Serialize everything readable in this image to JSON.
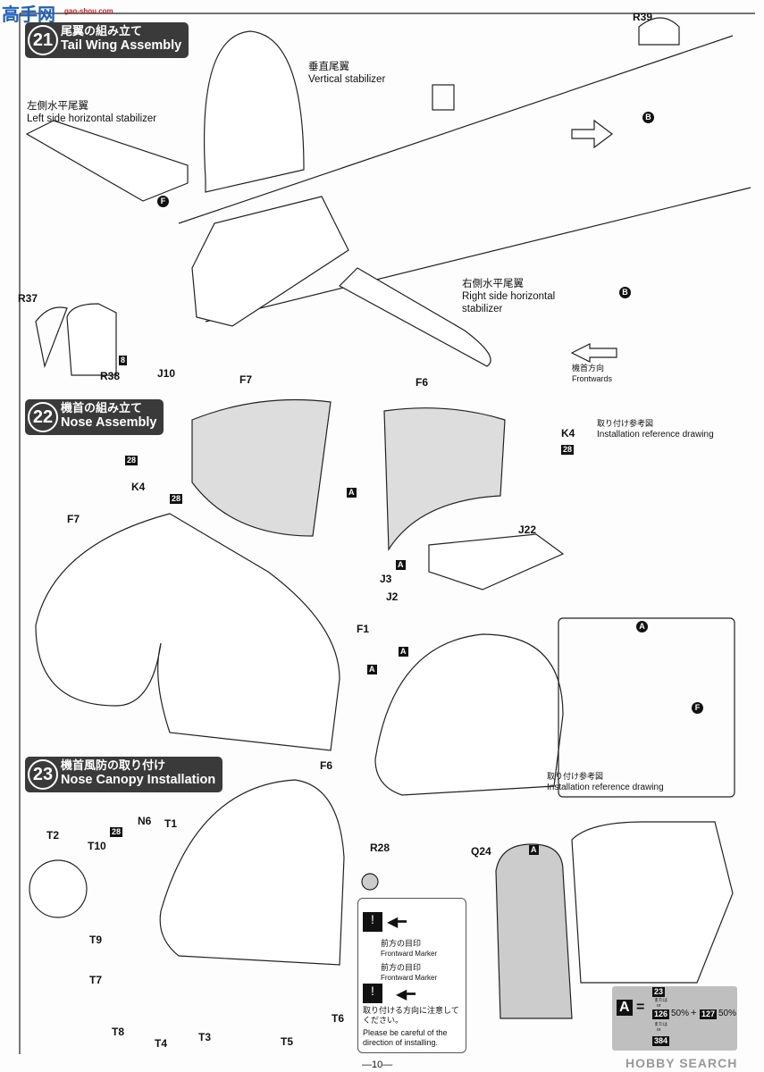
{
  "watermark_top": {
    "logo": "高手网",
    "url": "gao-shou.com"
  },
  "steps": [
    {
      "number": "21",
      "title_jp": "尾翼の組み立て",
      "title_en": "Tail Wing Assembly"
    },
    {
      "number": "22",
      "title_jp": "機首の組み立て",
      "title_en": "Nose Assembly"
    },
    {
      "number": "23",
      "title_jp": "機首風防の取り付け",
      "title_en": "Nose Canopy Installation"
    }
  ],
  "step21": {
    "vertical_jp": "垂直尾翼",
    "vertical_en": "Vertical stabilizer",
    "left_jp": "左側水平尾翼",
    "left_en": "Left side horizontal stabilizer",
    "right_jp": "右側水平尾翼",
    "right_en": "Right side horizontal stabilizer",
    "parts": [
      "R39",
      "R37",
      "R38",
      "J10"
    ],
    "color_8": "8",
    "figures": [
      "F",
      "B",
      "B"
    ],
    "front_jp": "機首方向",
    "front_en": "Frontwards",
    "ref_jp": "取り付け参考図",
    "ref_en": "Installation reference drawing"
  },
  "step22": {
    "parts": [
      "F7",
      "F6",
      "K4",
      "K4",
      "F7",
      "J22",
      "J3",
      "J2",
      "F1",
      "F6"
    ],
    "color_28": "28",
    "color_a": "A",
    "figures": [
      "A",
      "F"
    ],
    "ref_jp": "取り付け参考図",
    "ref_en": "Installation reference drawing"
  },
  "step23": {
    "parts": [
      "T2",
      "N6",
      "T1",
      "T10",
      "R28",
      "Q24",
      "T9",
      "T7",
      "T8",
      "T4",
      "T3",
      "T5",
      "T6"
    ],
    "color_28": "28",
    "color_a": "A",
    "marker": {
      "label1_jp": "前方の目印",
      "label1_en": "Frontward Marker",
      "label2_jp": "前方の目印",
      "label2_en": "Frontward Marker",
      "note_jp": "取り付ける方向に注意してください。",
      "note_en": "Please be careful of the direction of installing."
    }
  },
  "color_legend": {
    "key": "A",
    "eq": "=",
    "c1": "23",
    "or1_jp": "または",
    "or1_en": "or",
    "c2": "126",
    "p2": "50%",
    "plus": "+",
    "c3": "127",
    "p3": "50%",
    "or2_jp": "または",
    "or2_en": "or",
    "c4": "384"
  },
  "page_number": "—10—",
  "watermark_bottom": "HOBBY SEARCH"
}
